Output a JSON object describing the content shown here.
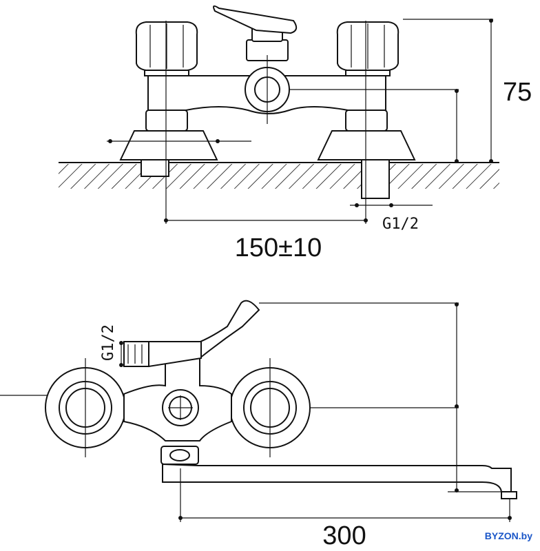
{
  "top_view": {
    "height_label": "75",
    "width_label": "150±10",
    "thread_label": "G1/2"
  },
  "front_view": {
    "thread_label": "G1/2",
    "spout_length_label": "300"
  },
  "watermark": "BYZON.by",
  "colors": {
    "line": "#111111",
    "brand": "#1a56c8"
  }
}
